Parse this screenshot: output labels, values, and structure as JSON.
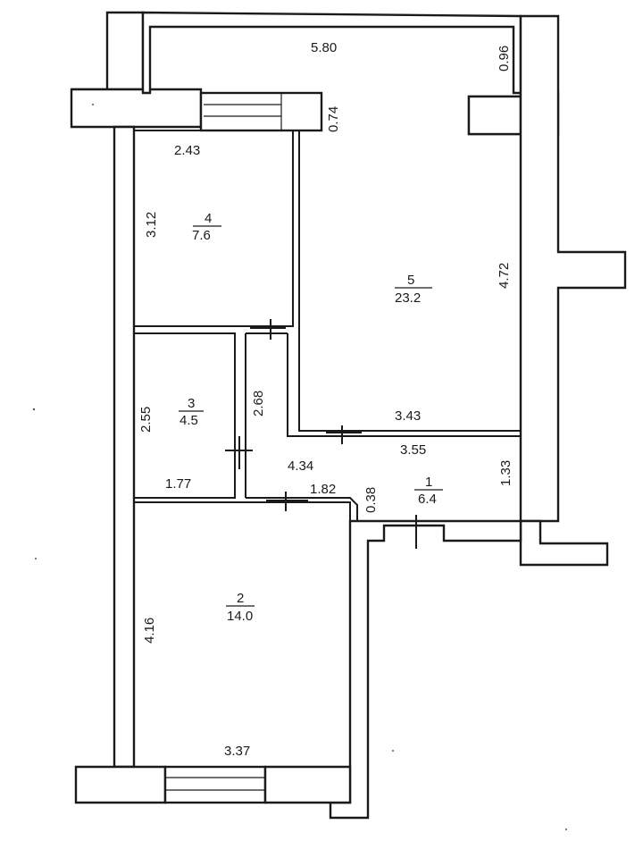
{
  "rooms": [
    {
      "id": "r4",
      "number": "4",
      "area": "7.6"
    },
    {
      "id": "r5",
      "number": "5",
      "area": "23.2"
    },
    {
      "id": "r3",
      "number": "3",
      "area": "4.5"
    },
    {
      "id": "r1",
      "number": "1",
      "area": "6.4"
    },
    {
      "id": "r2",
      "number": "2",
      "area": "14.0"
    }
  ],
  "dimensions": {
    "balcony_length": "5.80",
    "balcony_depth": "0.96",
    "window_depth": "0.74",
    "room4_width": "2.43",
    "room4_height": "3.12",
    "room5_height": "4.72",
    "room5_width": "3.43",
    "corridor_height": "2.68",
    "room3_height": "2.55",
    "room3_width": "1.77",
    "hall_width_top": "3.55",
    "hall_length": "4.34",
    "hall_height": "1.33",
    "hall_step_width": "1.82",
    "hall_step_depth": "0.38",
    "room2_height": "4.16",
    "room2_width": "3.37"
  }
}
